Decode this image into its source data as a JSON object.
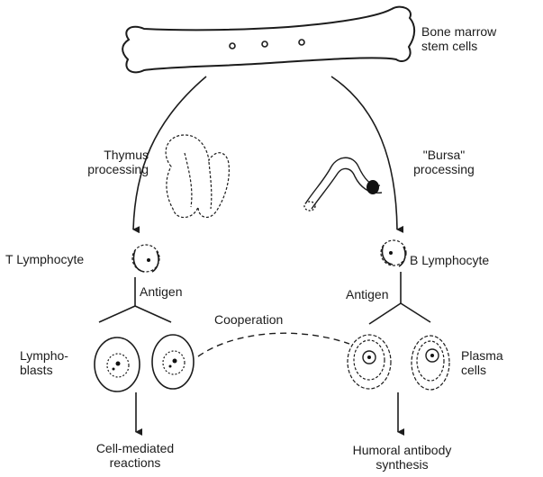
{
  "labels": {
    "stem_cells": [
      "Bone marrow",
      "stem cells"
    ],
    "thymus": [
      "Thymus",
      "processing"
    ],
    "bursa": [
      "\"Bursa\"",
      "processing"
    ],
    "t_lymphocyte": "T Lymphocyte",
    "b_lymphocyte": "B Lymphocyte",
    "antigen_left": "Antigen",
    "antigen_right": "Antigen",
    "cooperation": "Cooperation",
    "lymphoblasts": [
      "Lympho-",
      "blasts"
    ],
    "plasma_cells": [
      "Plasma",
      "cells"
    ],
    "cell_mediated": [
      "Cell-mediated",
      "reactions"
    ],
    "humoral": [
      "Humoral antibody",
      "synthesis"
    ]
  }
}
